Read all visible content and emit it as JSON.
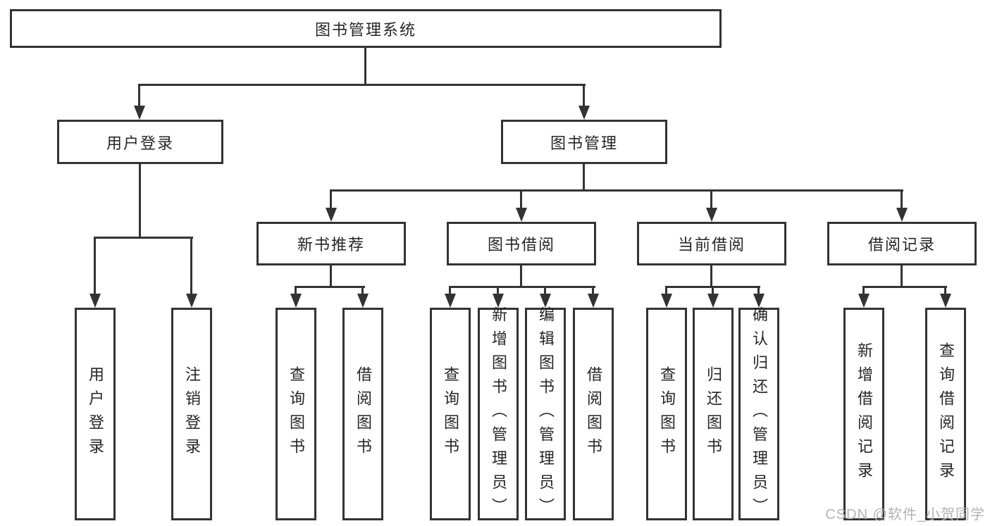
{
  "tree": {
    "root": "图书管理系统",
    "branches": [
      {
        "label": "用户登录",
        "children": [
          "用户登录",
          "注销登录"
        ]
      },
      {
        "label": "图书管理",
        "children": [
          {
            "label": "新书推荐",
            "children": [
              "查询图书",
              "借阅图书"
            ]
          },
          {
            "label": "图书借阅",
            "children": [
              "查询图书",
              "新增图书（管理员）",
              "编辑图书（管理员）",
              "借阅图书"
            ]
          },
          {
            "label": "当前借阅",
            "children": [
              "查询图书",
              "归还图书",
              "确认归还（管理员）"
            ]
          },
          {
            "label": "借阅记录",
            "children": [
              "新增借阅记录",
              "查询借阅记录"
            ]
          }
        ]
      }
    ]
  },
  "watermark": "CSDN @软件_小贺同学",
  "colors": {
    "line": "#333333",
    "text": "#262626",
    "watermark": "#b3b3b3",
    "background": "#ffffff"
  }
}
